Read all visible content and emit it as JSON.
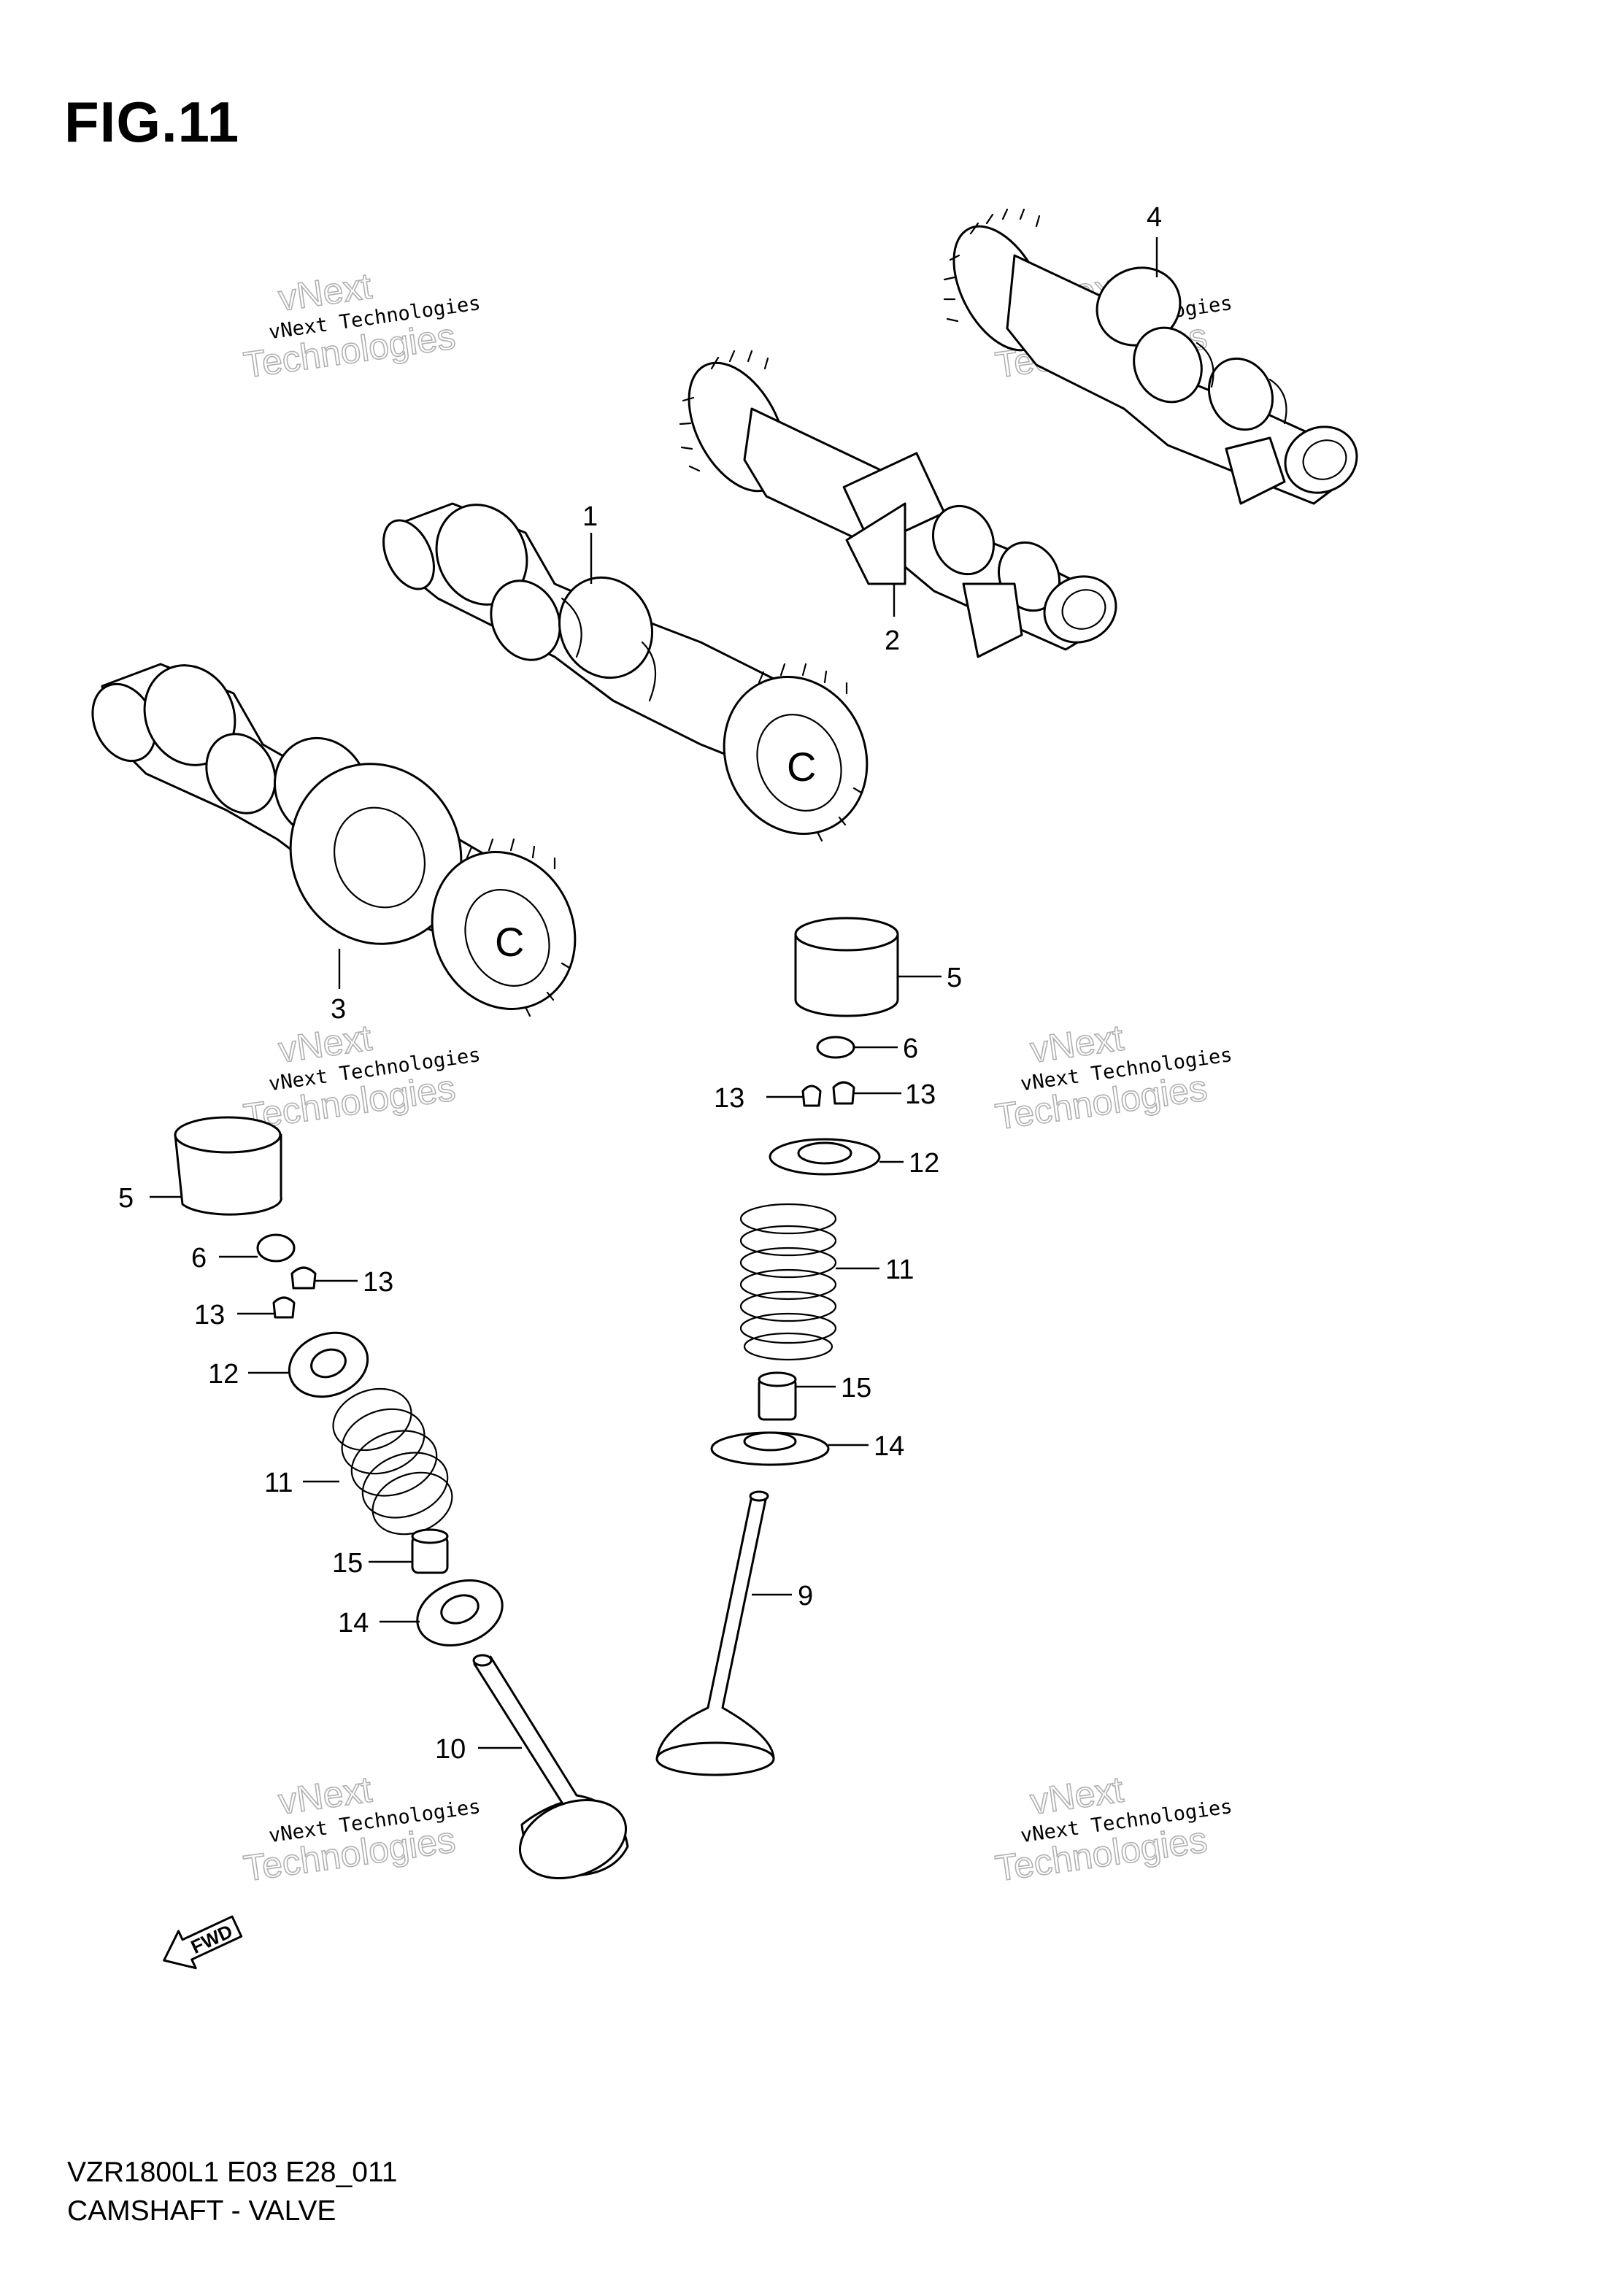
{
  "figure": {
    "title": "FIG.11"
  },
  "footer": {
    "code": "VZR1800L1 E03 E28_011",
    "caption": "CAMSHAFT - VALVE"
  },
  "watermark": {
    "line1": "vNext Technologies",
    "line2": "vNext",
    "line3": "Technologies"
  },
  "fwd_arrow": {
    "label": "FWD",
    "icon": "fwd-arrow-icon"
  },
  "callouts": {
    "c1": "1",
    "c2": "2",
    "c3": "3",
    "c4": "4",
    "c5_right": "5",
    "c5_left": "5",
    "c6_right": "6",
    "c6_left": "6",
    "c13_rl": "13",
    "c13_rr": "13",
    "c13_la": "13",
    "c13_lb": "13",
    "c12_right": "12",
    "c12_left": "12",
    "c11_right": "11",
    "c11_left": "11",
    "c15_right": "15",
    "c15_left": "15",
    "c14_right": "14",
    "c14_left": "14",
    "c9": "9",
    "c10": "10"
  }
}
